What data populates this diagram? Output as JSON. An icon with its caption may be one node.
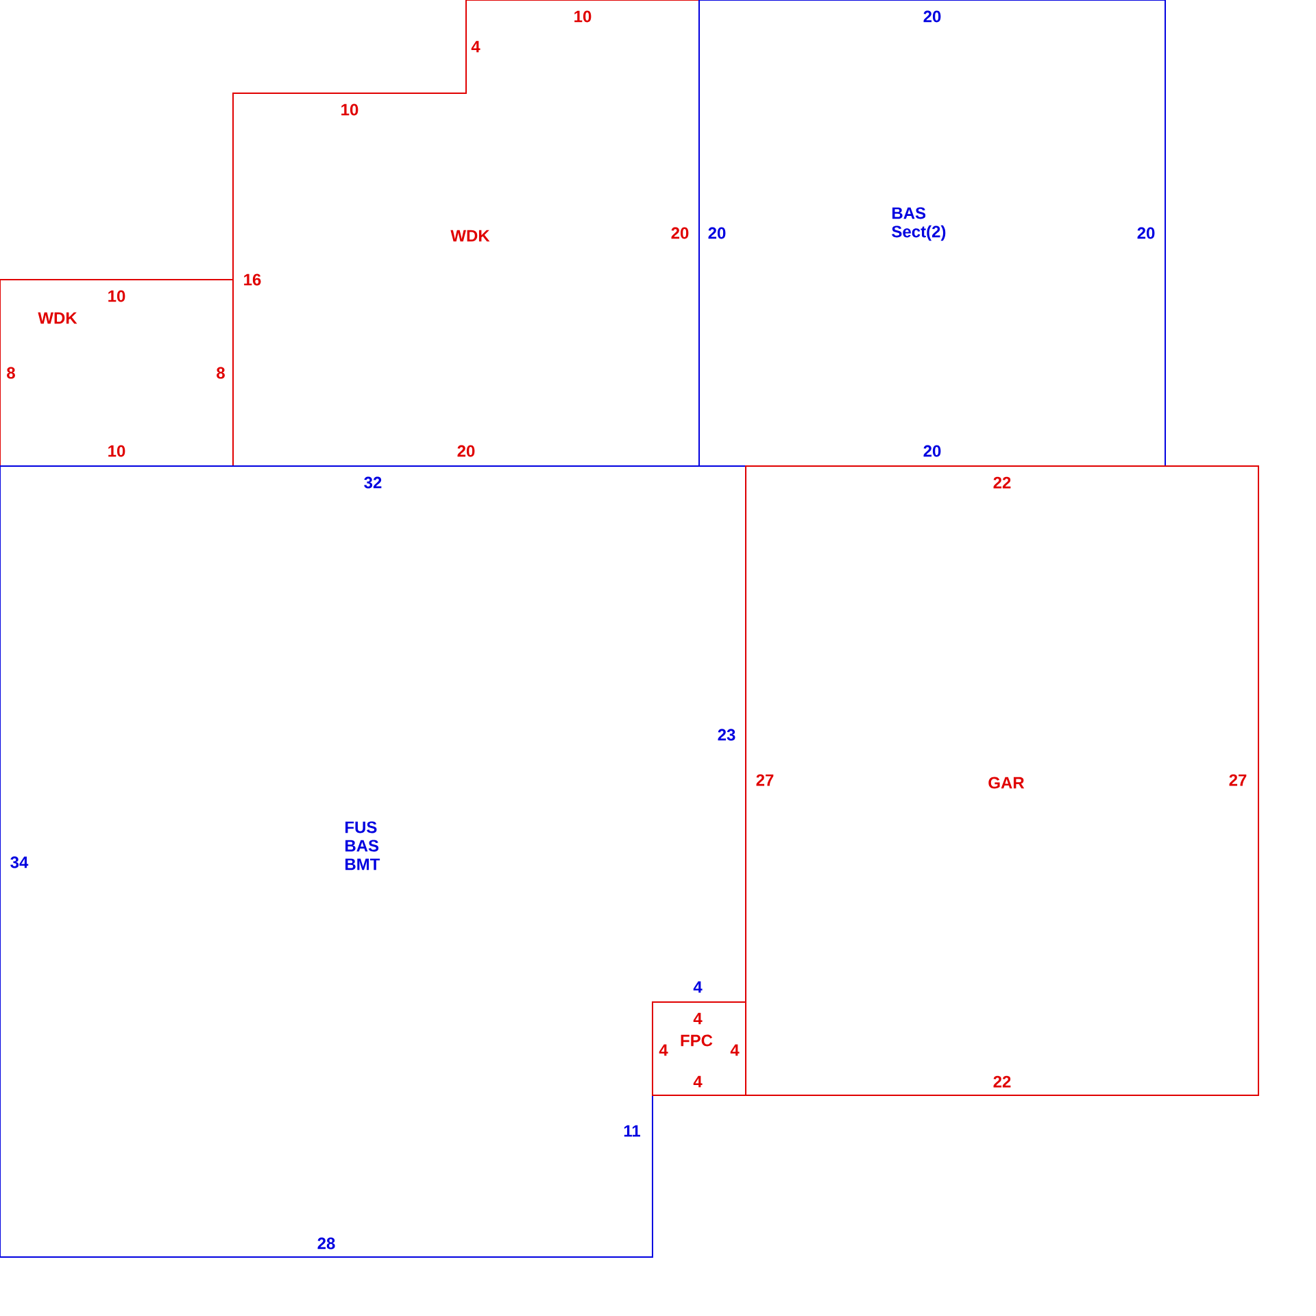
{
  "diagram": {
    "nodes": [
      {
        "text": [
          "WDK",
          "10",
          "8",
          "8",
          "10"
        ]
      },
      {
        "text": [
          "WDK",
          "10",
          "4",
          "10",
          "16",
          "20",
          "20"
        ]
      },
      {
        "text": [
          "BAS Sect(2)",
          "20",
          "20",
          "20",
          "20"
        ]
      },
      {
        "text": [
          "FUS BAS BMT",
          "32",
          "23",
          "34",
          "4",
          "11",
          "28"
        ]
      },
      {
        "text": [
          "GAR",
          "22",
          "27",
          "27",
          "22"
        ]
      },
      {
        "text": [
          "FPC",
          "4",
          "4",
          "4",
          "4"
        ]
      }
    ]
  }
}
